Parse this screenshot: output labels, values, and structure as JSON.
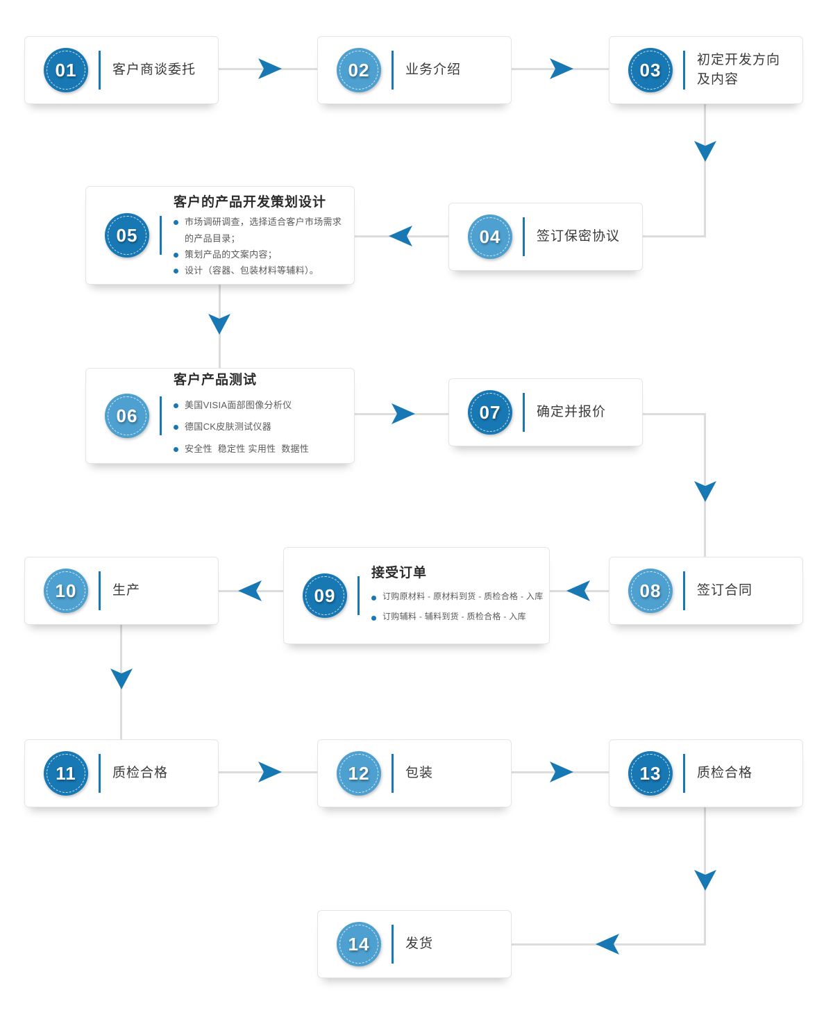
{
  "colors": {
    "circle_dark": "#1878b4",
    "circle_light": "#4da0cf",
    "arrow": "#1878b4",
    "connector": "#dcdcdc"
  },
  "steps": [
    {
      "num": "01",
      "label": "客户商谈委托"
    },
    {
      "num": "02",
      "label": "业务介绍"
    },
    {
      "num": "03",
      "label": "初定开发方向及内容"
    },
    {
      "num": "04",
      "label": "签订保密协议"
    },
    {
      "num": "05",
      "title": "客户的产品开发策划设计",
      "bullets": [
        "市场调研调查，选择适合客户市场需求的产品目录；",
        "策划产品的文案内容；",
        "设计（容器、包装材料等辅料）。"
      ]
    },
    {
      "num": "06",
      "title": "客户产品测试",
      "bullets": [
        "美国VISIA面部图像分析仪",
        "德国CK皮肤测试仪器",
        "安全性  稳定性 实用性  数据性"
      ]
    },
    {
      "num": "07",
      "label": "确定并报价"
    },
    {
      "num": "08",
      "label": "签订合同"
    },
    {
      "num": "09",
      "title": "接受订单",
      "bullets": [
        "订购原材料 - 原材料到货 - 质检合格 - 入库",
        "订购辅料 - 辅料到货 - 质检合格 - 入库"
      ]
    },
    {
      "num": "10",
      "label": "生产"
    },
    {
      "num": "11",
      "label": "质检合格"
    },
    {
      "num": "12",
      "label": "包装"
    },
    {
      "num": "13",
      "label": "质检合格"
    },
    {
      "num": "14",
      "label": "发货"
    }
  ]
}
